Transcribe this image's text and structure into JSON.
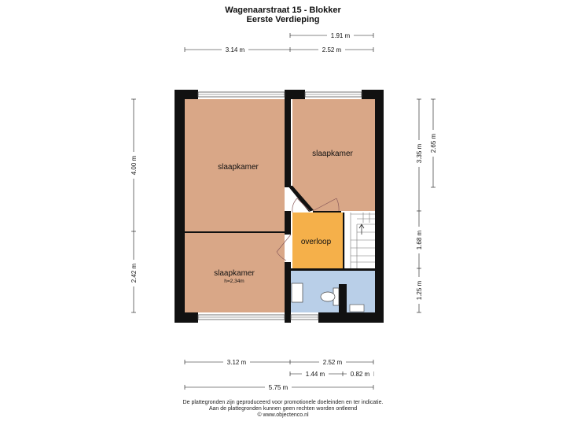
{
  "header": {
    "title": "Wagenaarstraat 15 - Blokker",
    "subtitle": "Eerste Verdieping"
  },
  "rooms": {
    "bedroom_1": "slaapkamer",
    "bedroom_2": "slaapkamer",
    "bedroom_3": "slaapkamer",
    "bedroom_3_height": "h=2,34m",
    "landing": "overloop"
  },
  "dimensions": {
    "top_right_short": "1.91 m",
    "top_left": "3.14 m",
    "top_right": "2.52 m",
    "left_upper": "4.00 m",
    "left_lower": "2.42 m",
    "right_outer": "2.65 m",
    "right_upper": "3.35 m",
    "right_middle": "1.68 m",
    "right_lower": "1.25 m",
    "bottom_left": "3.12 m",
    "bottom_right": "2.52 m",
    "bottom_small_left": "1.44 m",
    "bottom_small_right": "0.82 m",
    "bottom_total": "5.75 m"
  },
  "footer": {
    "line1": "De plattegronden zijn geproduceerd voor promotionele doeleinden en ter indicatie.",
    "line2": "Aan de plattegronden kunnen geen rechten worden ontleend",
    "line3": "© www.objectenco.nl"
  },
  "colors": {
    "bedroom": "#d9a787",
    "landing": "#f5b04a",
    "bathroom": "#b9cfe8",
    "wall": "#111111",
    "stairs": "#ffffff"
  }
}
